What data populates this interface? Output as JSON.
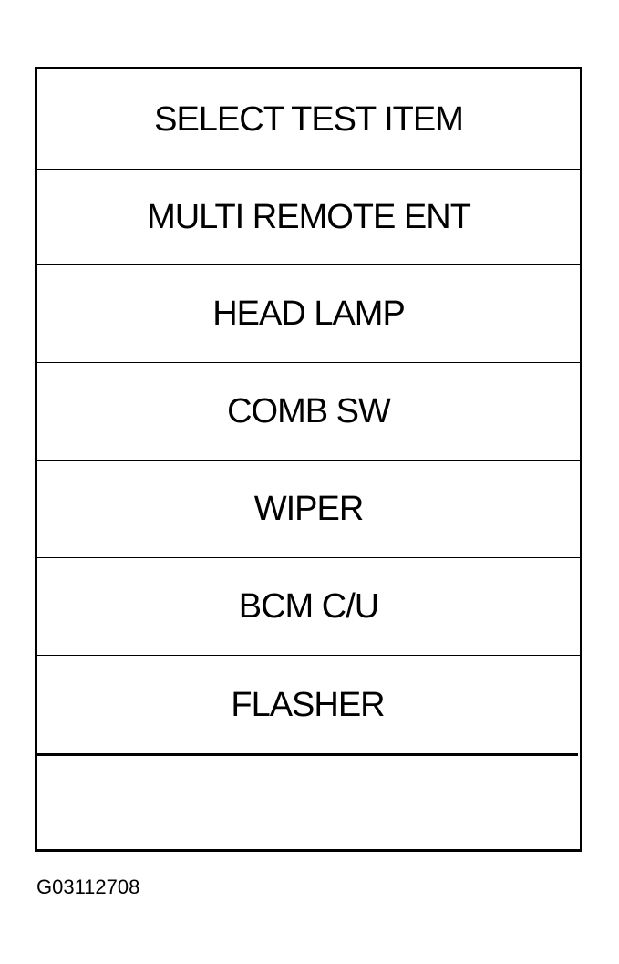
{
  "screen": {
    "title": "SELECT TEST ITEM",
    "items": [
      {
        "label": "MULTI REMOTE ENT"
      },
      {
        "label": "HEAD LAMP"
      },
      {
        "label": "COMB SW"
      },
      {
        "label": "WIPER"
      },
      {
        "label": "BCM C/U"
      },
      {
        "label": "FLASHER"
      }
    ]
  },
  "figure_id": "G03112708"
}
